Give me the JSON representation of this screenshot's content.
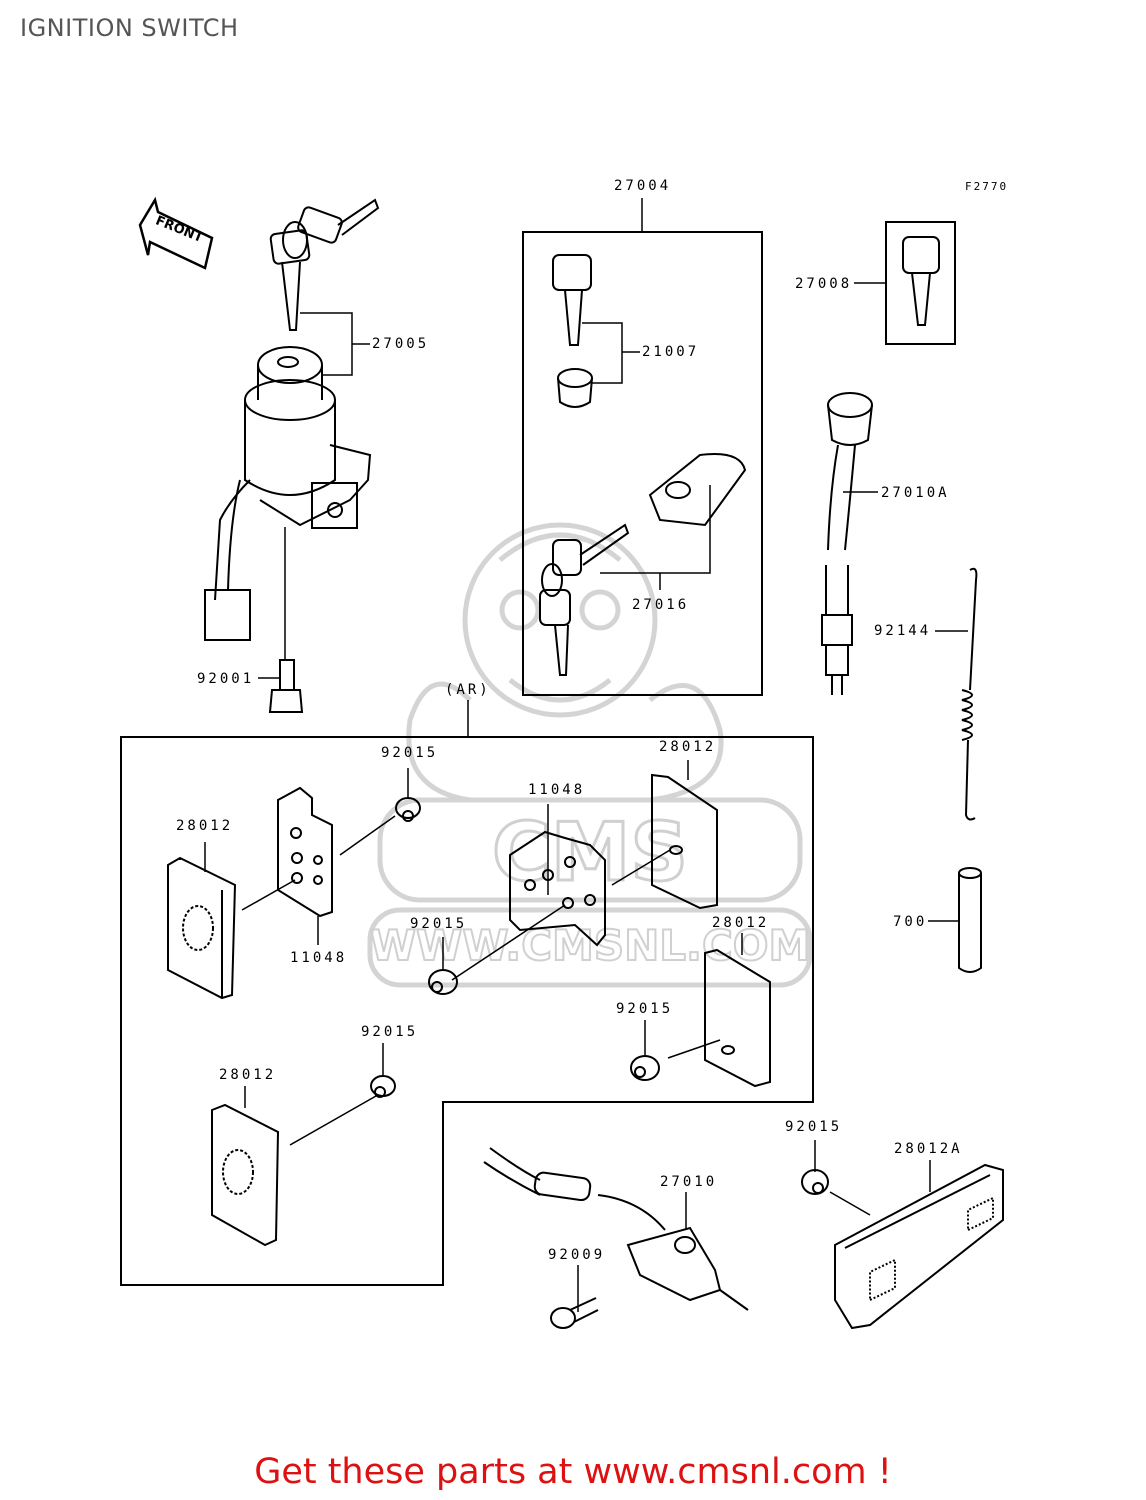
{
  "page": {
    "title": "IGNITION SWITCH",
    "figure_ref": "F2770"
  },
  "direction": {
    "arrow_label": "FRONT"
  },
  "watermark": {
    "text": "WWW.CMSNL.COM",
    "brand": "CMS"
  },
  "parts": {
    "p27004": "27004",
    "p27005": "27005",
    "p27008": "27008",
    "p21007": "21007",
    "p27010A": "27010A",
    "p27016": "27016",
    "p92144": "92144",
    "p92001": "92001",
    "ar": "(AR)",
    "p92015_a": "92015",
    "p28012_a": "28012",
    "p11048_a": "11048",
    "p28012_b": "28012",
    "p11048_b": "11048",
    "p92015_b": "92015",
    "p28012_c": "28012",
    "p700": "700",
    "p92015_c": "92015",
    "p92015_d": "92015",
    "p28012_d": "28012",
    "p92015_e": "92015",
    "p28012A": "28012A",
    "p27010": "27010",
    "p92009": "92009"
  },
  "footer": {
    "prefix": "Get these parts at ",
    "link": "www.cmsnl.com",
    "suffix": " !"
  },
  "colors": {
    "footer": "#dd1111",
    "title": "#555555",
    "watermark": "#cccccc"
  }
}
